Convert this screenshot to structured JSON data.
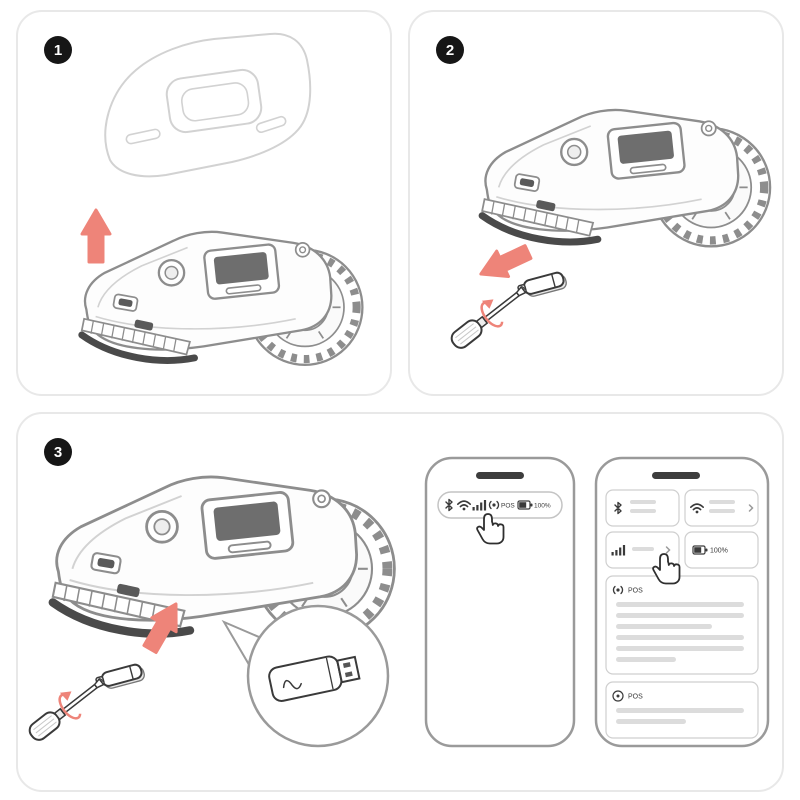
{
  "colors": {
    "accent": "#ee8479",
    "line": "#8d8d8d",
    "line-light": "#d2d2d2",
    "dark": "#3a3a3a",
    "panel-border": "#e8e8e8",
    "placeholder": "#dcdcdc"
  },
  "steps": [
    {
      "number": "1"
    },
    {
      "number": "2"
    },
    {
      "number": "3"
    }
  ],
  "status_phone": {
    "icons": [
      "bluetooth-icon",
      "wifi-icon",
      "signal-icon",
      "pos-icon",
      "battery-icon"
    ],
    "pos_label": "POS",
    "battery_label": "100%"
  },
  "settings_phone": {
    "icons": [
      "bluetooth-icon",
      "wifi-icon",
      "signal-icon",
      "battery-icon",
      "pos-icon"
    ],
    "battery_label": "100%",
    "pos_section_label": "POS",
    "pos_footer_label": "POS"
  }
}
